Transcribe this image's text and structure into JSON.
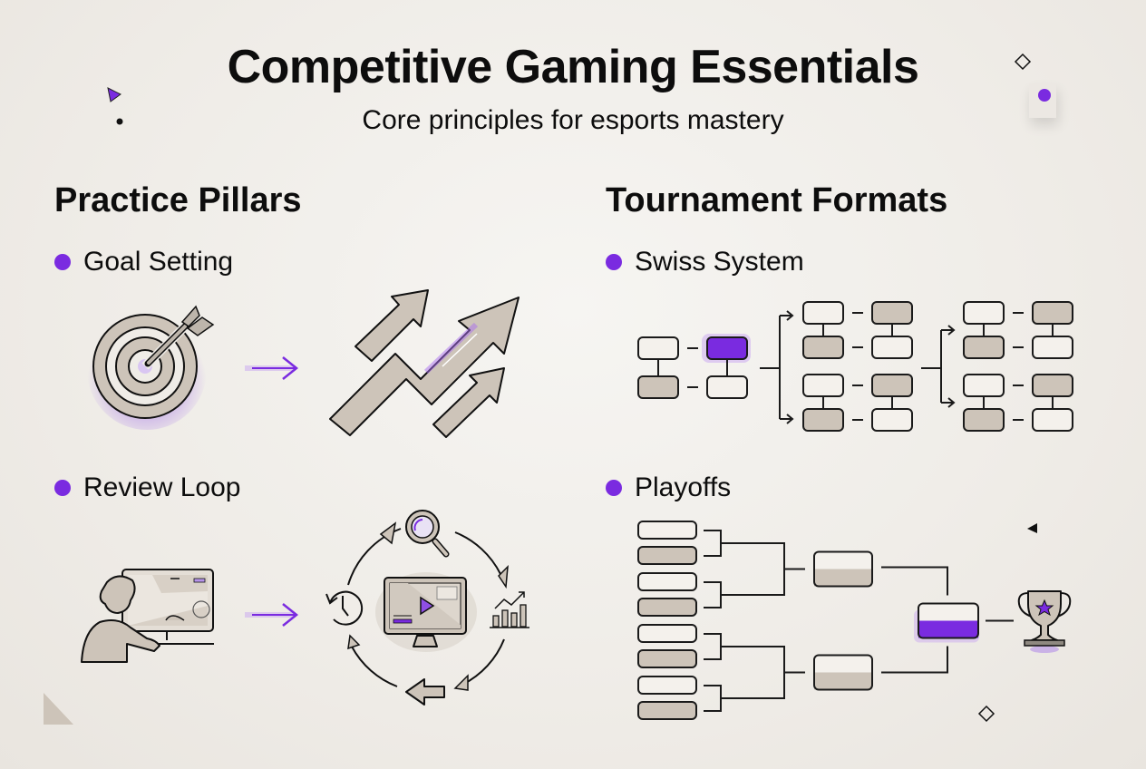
{
  "header": {
    "title": "Competitive Gaming Essentials",
    "subtitle": "Core principles for esports mastery"
  },
  "colors": {
    "accent": "#7a2be0",
    "neutral_fill": "#cdc4b9",
    "stroke": "#1a1a1a",
    "background": "#efece7"
  },
  "sections": [
    {
      "title": "Practice Pillars",
      "items": [
        {
          "label": "Goal Setting",
          "icons": [
            "target-dart-icon",
            "arrow-right-icon",
            "trending-up-arrows-icon"
          ]
        },
        {
          "label": "Review Loop",
          "icons": [
            "player-at-monitor-icon",
            "arrow-right-icon",
            "review-cycle-icon",
            "magnifier-icon",
            "bar-chart-icon",
            "back-arrow-icon",
            "history-clock-icon",
            "video-monitor-icon"
          ]
        }
      ]
    },
    {
      "title": "Tournament Formats",
      "items": [
        {
          "label": "Swiss System",
          "icons": [
            "swiss-bracket-diagram"
          ]
        },
        {
          "label": "Playoffs",
          "icons": [
            "elimination-bracket-diagram",
            "trophy-icon"
          ]
        }
      ]
    }
  ],
  "decorations": [
    "triangle-purple",
    "dot-black",
    "diamond-outline",
    "purple-dot-tile",
    "triangle-beige",
    "triangle-black",
    "diamond-outline-bottom"
  ]
}
